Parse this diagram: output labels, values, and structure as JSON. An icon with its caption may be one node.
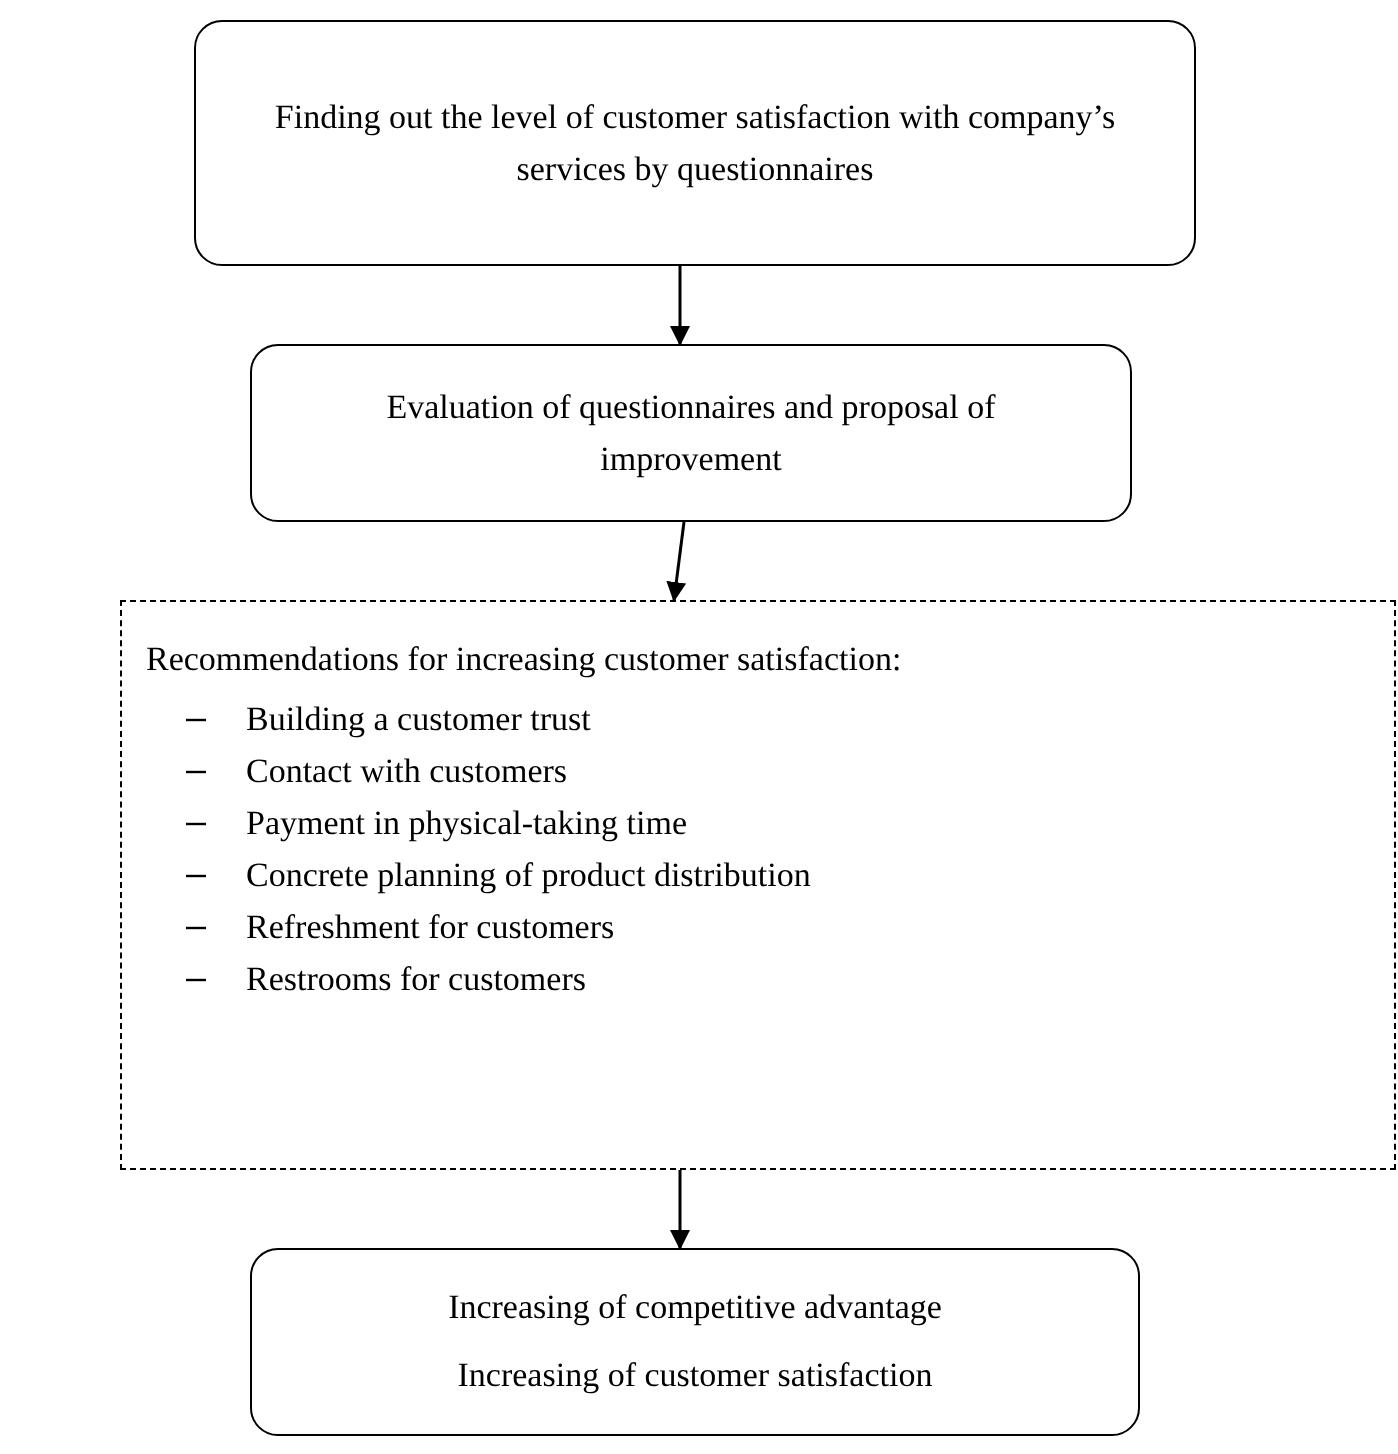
{
  "diagram": {
    "nodes": [
      {
        "text": [
          "Finding out the level of customer satisfaction with company’s services by questionnaires"
        ]
      },
      {
        "text": [
          "Evaluation of questionnaires and proposal of improvement"
        ]
      },
      {
        "text": [
          "Recommendations for increasing customer satisfaction:",
          "Building a customer trust",
          "Contact with customers",
          "Payment in physical-taking time",
          "Concrete planning of product distribution",
          "Refreshment for customers",
          "Restrooms for customers"
        ]
      },
      {
        "text": [
          "Increasing of competitive advantage",
          "Increasing of customer satisfaction"
        ]
      }
    ],
    "edges": [
      {
        "from": 0,
        "to": 1,
        "arrow": "to"
      },
      {
        "from": 1,
        "to": 2,
        "arrow": "to"
      },
      {
        "from": 2,
        "to": 3,
        "arrow": "to"
      }
    ]
  }
}
